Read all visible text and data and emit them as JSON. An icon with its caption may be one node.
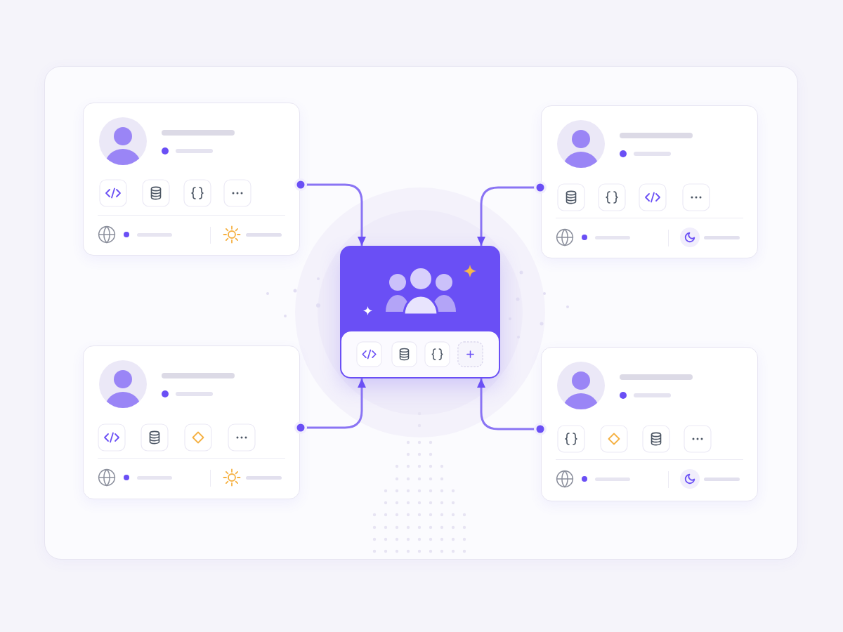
{
  "diagram": {
    "nodes": [
      {
        "text": [],
        "shape": "box"
      },
      {
        "text": [],
        "shape": "box"
      },
      {
        "text": [],
        "shape": "box"
      },
      {
        "text": [],
        "shape": "box"
      },
      {
        "text": [],
        "shape": "box"
      }
    ],
    "edges": [
      {
        "from": 0,
        "to": 2,
        "arrow": "to"
      },
      {
        "from": 1,
        "to": 2,
        "arrow": "to"
      },
      {
        "from": 3,
        "to": 2,
        "arrow": "to"
      },
      {
        "from": 4,
        "to": 2,
        "arrow": "to"
      }
    ]
  }
}
